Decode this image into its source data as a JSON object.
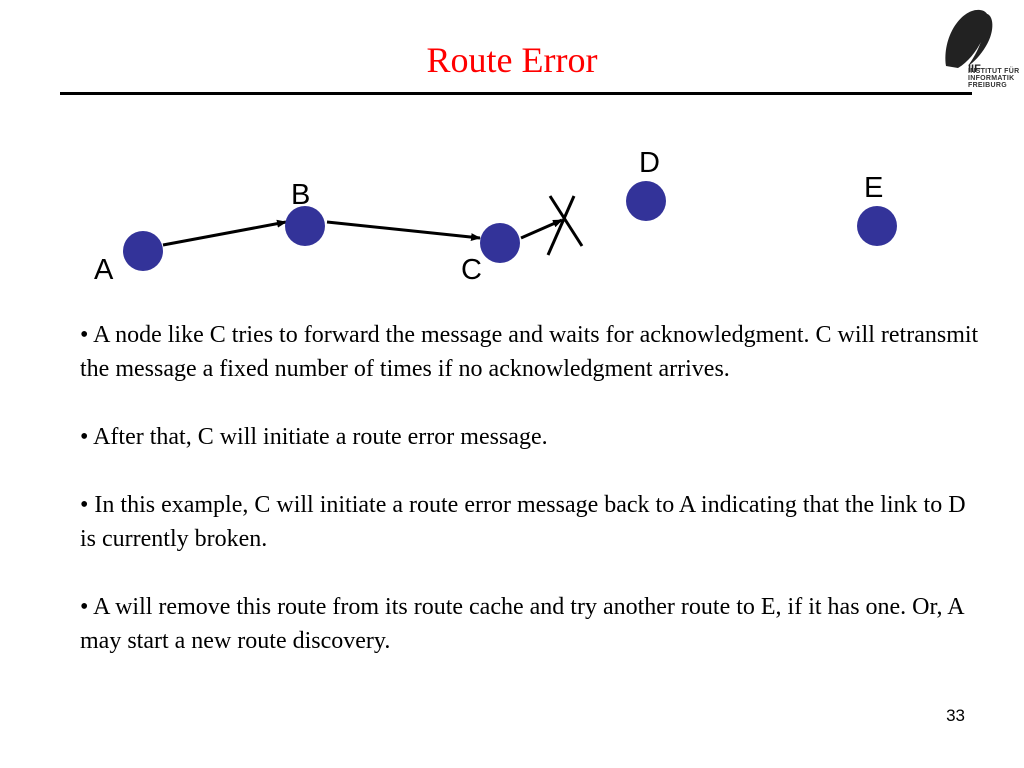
{
  "slide": {
    "title": "Route Error",
    "page_number": "33"
  },
  "logo": {
    "mark": "IIF",
    "line1": "INSTITUT FÜR",
    "line2": "INFORMATIK",
    "line3": "FREIBURG"
  },
  "diagram": {
    "node_color": "#333399",
    "nodes": [
      {
        "id": "A",
        "label": "A"
      },
      {
        "id": "B",
        "label": "B"
      },
      {
        "id": "C",
        "label": "C"
      },
      {
        "id": "D",
        "label": "D"
      },
      {
        "id": "E",
        "label": "E"
      }
    ],
    "links": [
      {
        "from": "A",
        "to": "B"
      },
      {
        "from": "B",
        "to": "C"
      },
      {
        "from": "C",
        "to": "D",
        "broken": true
      }
    ]
  },
  "bullets": [
    "• A node like C tries to forward the message and waits for acknowledgment. C will retransmit the message a fixed number of times if no acknowledgment arrives.",
    "• After that, C will initiate a route error message.",
    "• In this example, C will initiate a route error message back to A indicating that the link to D is currently broken.",
    "• A will remove this route from its route cache and try another route to E, if it has one.  Or, A may start a new route discovery."
  ]
}
